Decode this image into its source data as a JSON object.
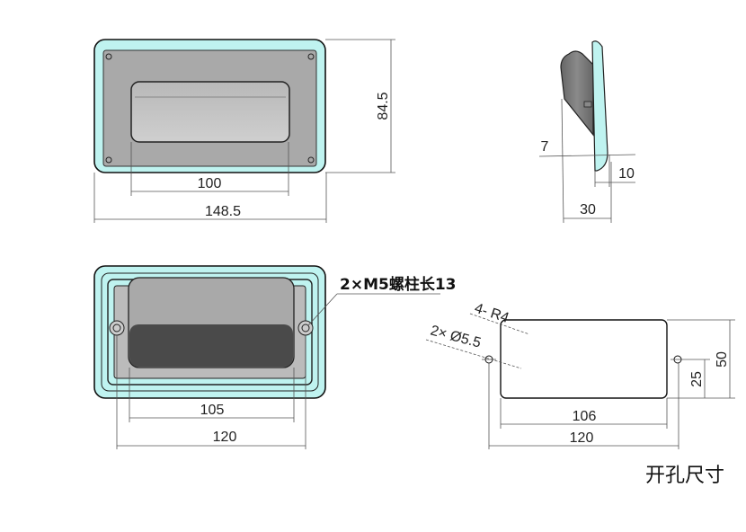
{
  "front_view": {
    "width_label": "148.5",
    "recess_label": "100",
    "height_label": "84.5"
  },
  "side_view": {
    "dim_a": "7",
    "dim_b": "10",
    "dim_c": "30"
  },
  "back_view": {
    "stud_note": "2×M5螺柱长13",
    "dim_inner": "105",
    "dim_outer": "120"
  },
  "cutout": {
    "radius_note": "4- R4",
    "hole_note": "2× Ø5.5",
    "width_label": "106",
    "hole_spacing_label": "120",
    "height_label": "50",
    "half_height_label": "25",
    "title": "开孔尺寸"
  },
  "colors": {
    "cyan": "#bff3f0",
    "grey": "#a9a9a9",
    "dark": "#555555"
  }
}
